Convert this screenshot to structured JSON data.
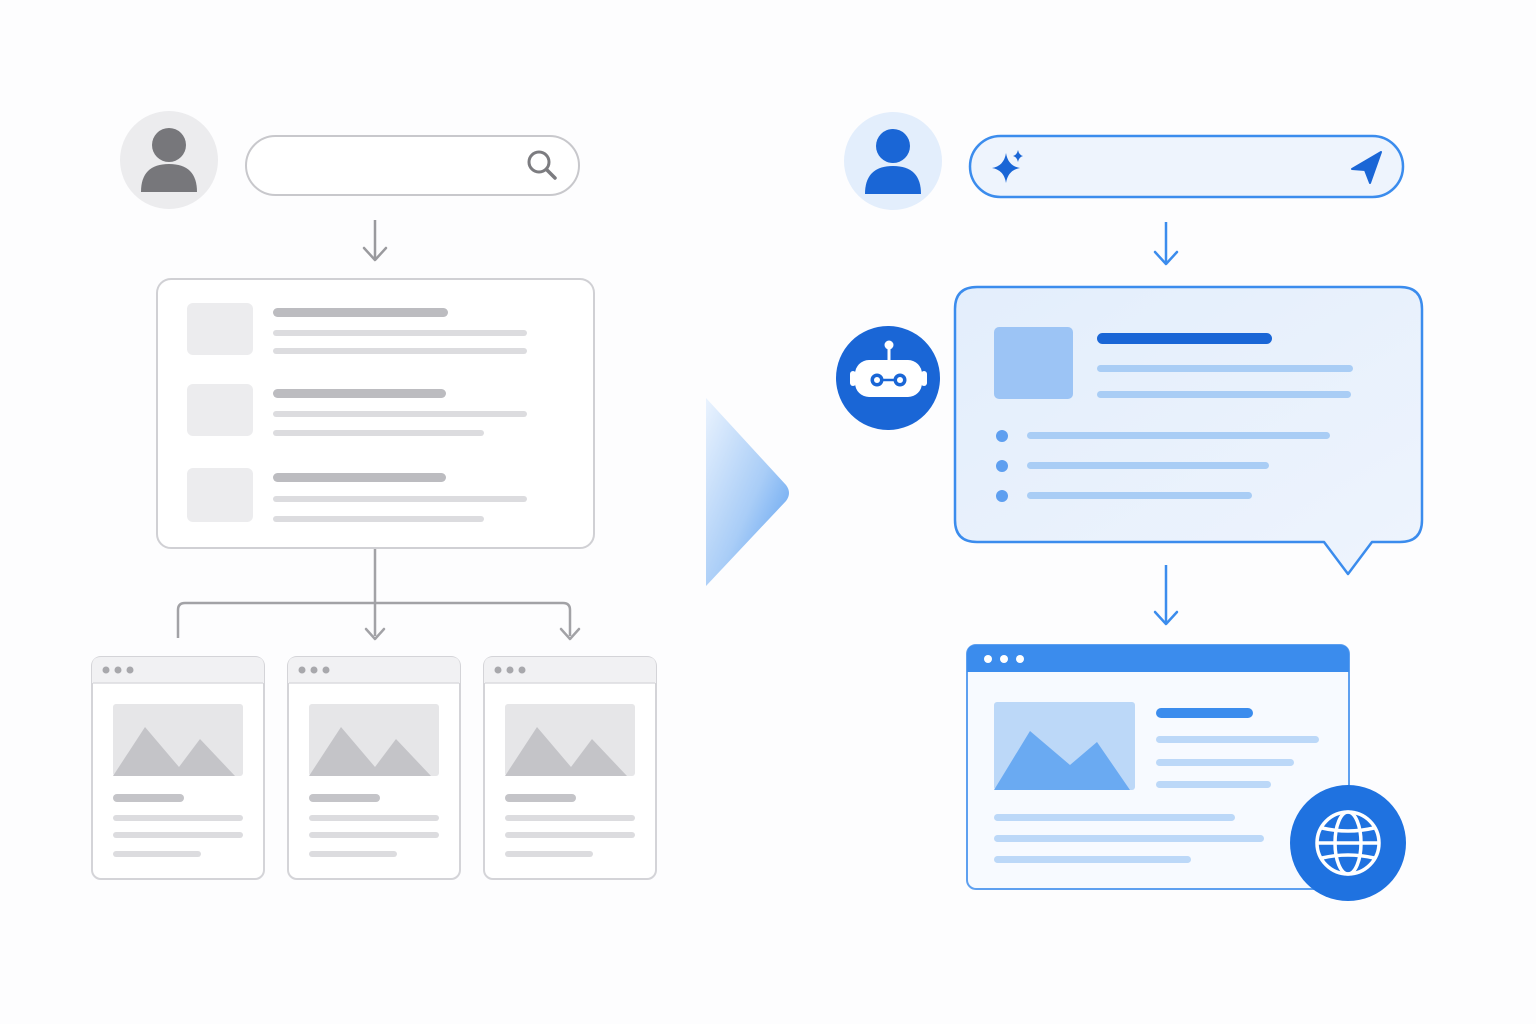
{
  "colors": {
    "background": "#fdfdfe",
    "gray_stroke": "#c8c8cc",
    "gray_bar_dark": "#b9b9bd",
    "gray_bar_light": "#dcdcdf",
    "gray_fill": "#ececee",
    "gray_icon": "#7c7c80",
    "blue_primary": "#1a66d6",
    "blue_accent": "#3b8ced",
    "blue_light": "#9cc4f5",
    "blue_pale": "#e8f1fc",
    "blue_stroke": "#4a8fe6"
  },
  "traditional": {
    "user_avatar_icon": "user-icon",
    "search_icon": "search-icon",
    "result_rows": 3,
    "web_pages": 3
  },
  "ai": {
    "user_avatar_icon": "user-icon",
    "sparkle_icon": "sparkle-icon",
    "send_icon": "send-icon",
    "bot_icon": "robot-icon",
    "bullet_items": 3,
    "globe_icon": "globe-icon"
  },
  "transition_icon": "chevron-right-icon"
}
